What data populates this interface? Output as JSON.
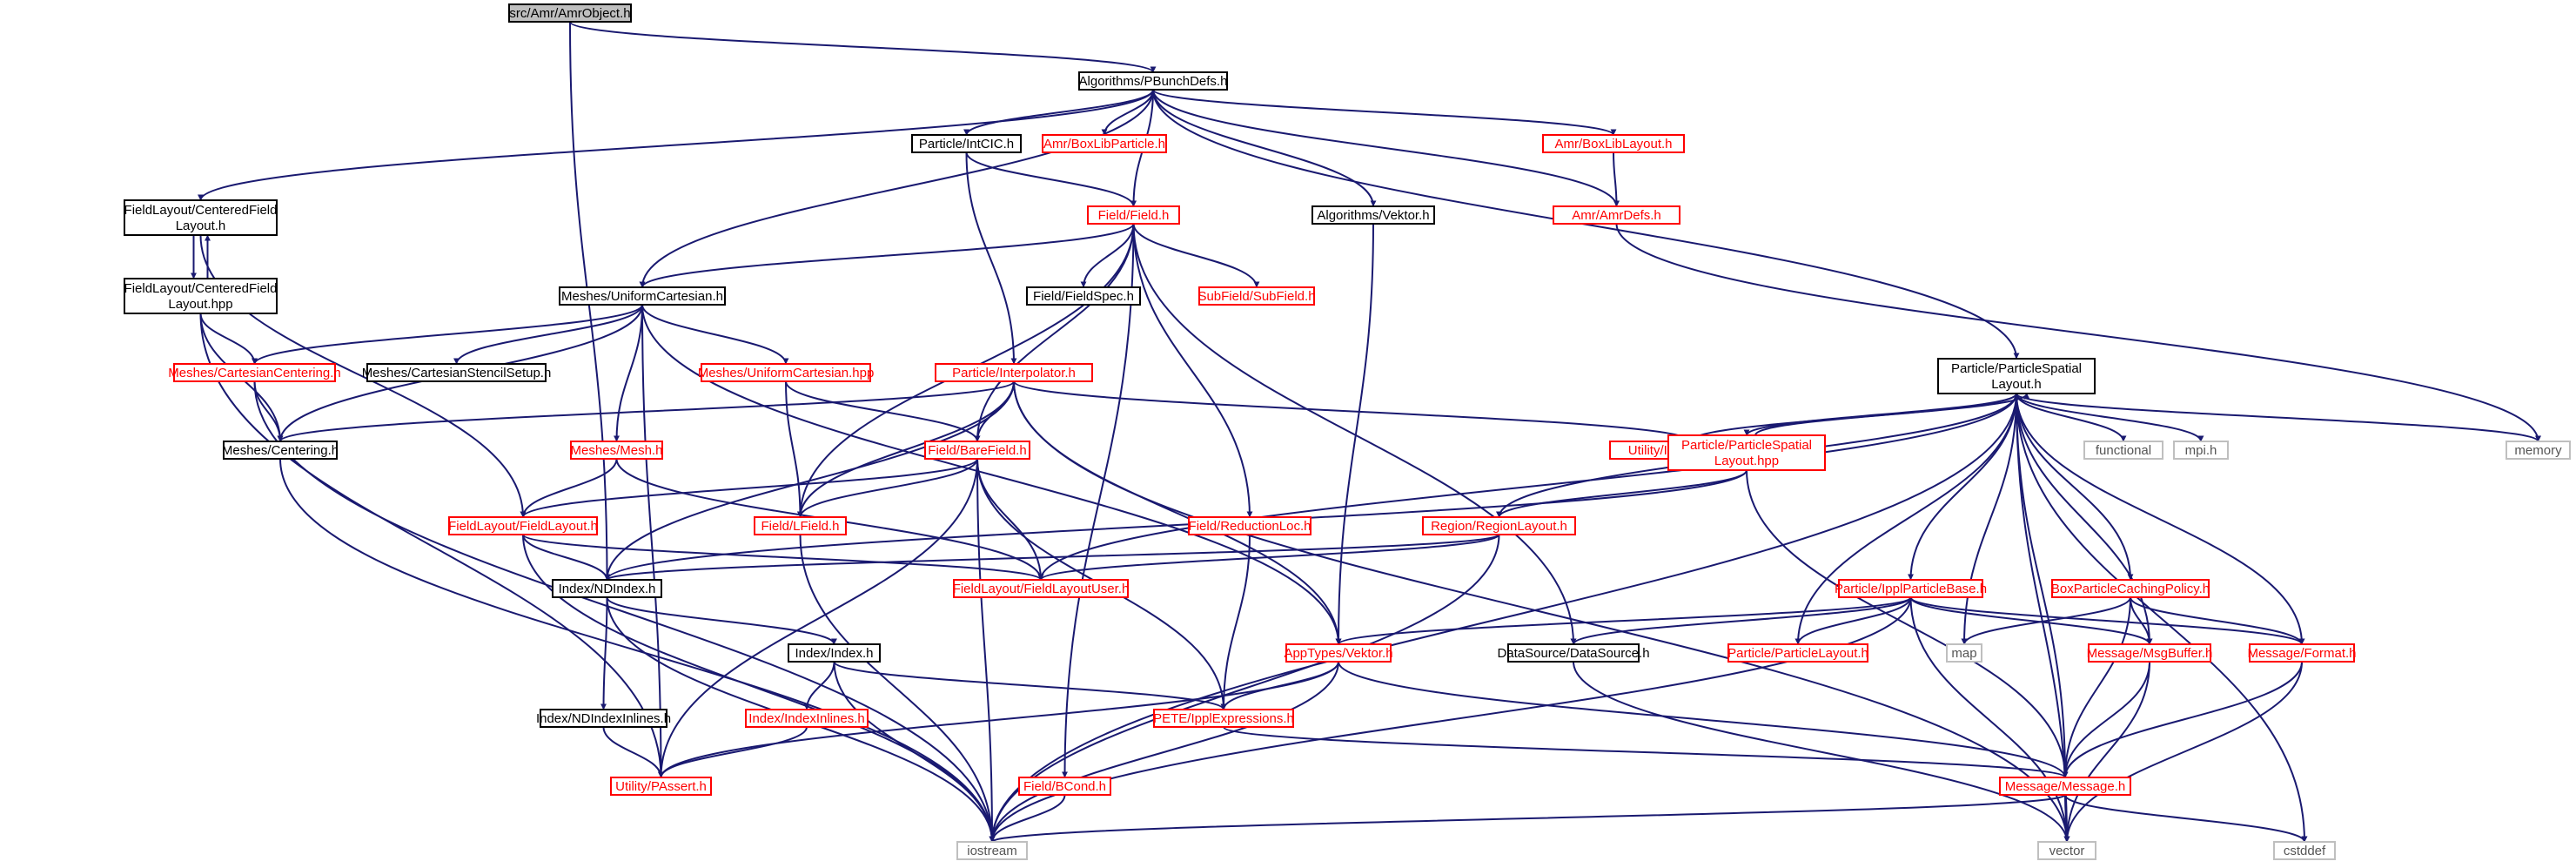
{
  "graph": {
    "root": "src/Amr/AmrObject.h",
    "nodes": [
      {
        "id": "root",
        "lines": [
          "src/Amr/AmrObject.h"
        ],
        "style": "root"
      },
      {
        "id": "pbunch",
        "lines": [
          "Algorithms/PBunchDefs.h"
        ],
        "style": "normal"
      },
      {
        "id": "cfl_h",
        "lines": [
          "FieldLayout/CenteredField",
          "Layout.h"
        ],
        "style": "normal"
      },
      {
        "id": "cfl_hpp",
        "lines": [
          "FieldLayout/CenteredField",
          "Layout.hpp"
        ],
        "style": "normal"
      },
      {
        "id": "intcic",
        "lines": [
          "Particle/IntCIC.h"
        ],
        "style": "normal"
      },
      {
        "id": "boxlibparticle",
        "lines": [
          "Amr/BoxLibParticle.h"
        ],
        "style": "red"
      },
      {
        "id": "boxliblayout",
        "lines": [
          "Amr/BoxLibLayout.h"
        ],
        "style": "red"
      },
      {
        "id": "amrdefs",
        "lines": [
          "Amr/AmrDefs.h"
        ],
        "style": "red"
      },
      {
        "id": "fieldh",
        "lines": [
          "Field/Field.h"
        ],
        "style": "red"
      },
      {
        "id": "vektor",
        "lines": [
          "Algorithms/Vektor.h"
        ],
        "style": "normal"
      },
      {
        "id": "fieldspec",
        "lines": [
          "Field/FieldSpec.h"
        ],
        "style": "normal"
      },
      {
        "id": "subfield",
        "lines": [
          "SubField/SubField.h"
        ],
        "style": "red"
      },
      {
        "id": "uniformcart",
        "lines": [
          "Meshes/UniformCartesian.h"
        ],
        "style": "normal"
      },
      {
        "id": "cartcentering",
        "lines": [
          "Meshes/CartesianCentering.h"
        ],
        "style": "red"
      },
      {
        "id": "stencil",
        "lines": [
          "Meshes/CartesianStencilSetup.h"
        ],
        "style": "normal"
      },
      {
        "id": "uniformcart_hpp",
        "lines": [
          "Meshes/UniformCartesian.hpp"
        ],
        "style": "red"
      },
      {
        "id": "interp",
        "lines": [
          "Particle/Interpolator.h"
        ],
        "style": "red"
      },
      {
        "id": "psl_h",
        "lines": [
          "Particle/ParticleSpatial",
          "Layout.h"
        ],
        "style": "normal"
      },
      {
        "id": "centering",
        "lines": [
          "Meshes/Centering.h"
        ],
        "style": "normal"
      },
      {
        "id": "meshh",
        "lines": [
          "Meshes/Mesh.h"
        ],
        "style": "red"
      },
      {
        "id": "barefield",
        "lines": [
          "Field/BareField.h"
        ],
        "style": "red"
      },
      {
        "id": "ipplexc",
        "lines": [
          "Utility/IpplException.h"
        ],
        "style": "red"
      },
      {
        "id": "psl_hpp",
        "lines": [
          "Particle/ParticleSpatial",
          "Layout.hpp"
        ],
        "style": "red"
      },
      {
        "id": "functional",
        "lines": [
          "functional"
        ],
        "style": "gray"
      },
      {
        "id": "mpih",
        "lines": [
          "mpi.h"
        ],
        "style": "gray"
      },
      {
        "id": "memory",
        "lines": [
          "memory"
        ],
        "style": "gray"
      },
      {
        "id": "fieldlayout",
        "lines": [
          "FieldLayout/FieldLayout.h"
        ],
        "style": "red"
      },
      {
        "id": "lfield",
        "lines": [
          "Field/LField.h"
        ],
        "style": "red"
      },
      {
        "id": "reduction",
        "lines": [
          "Field/ReductionLoc.h"
        ],
        "style": "red"
      },
      {
        "id": "regionlayout",
        "lines": [
          "Region/RegionLayout.h"
        ],
        "style": "red"
      },
      {
        "id": "ndindex",
        "lines": [
          "Index/NDIndex.h"
        ],
        "style": "normal"
      },
      {
        "id": "fluser",
        "lines": [
          "FieldLayout/FieldLayoutUser.h"
        ],
        "style": "red"
      },
      {
        "id": "ipplpb",
        "lines": [
          "Particle/IpplParticleBase.h"
        ],
        "style": "red"
      },
      {
        "id": "boxcaching",
        "lines": [
          "BoxParticleCachingPolicy.h"
        ],
        "style": "red"
      },
      {
        "id": "indexh",
        "lines": [
          "Index/Index.h"
        ],
        "style": "normal"
      },
      {
        "id": "appvektor",
        "lines": [
          "AppTypes/Vektor.h"
        ],
        "style": "red"
      },
      {
        "id": "datasource",
        "lines": [
          "DataSource/DataSource.h"
        ],
        "style": "normal"
      },
      {
        "id": "playout",
        "lines": [
          "Particle/ParticleLayout.h"
        ],
        "style": "red"
      },
      {
        "id": "map",
        "lines": [
          "map"
        ],
        "style": "gray"
      },
      {
        "id": "msgbuffer",
        "lines": [
          "Message/MsgBuffer.h"
        ],
        "style": "red"
      },
      {
        "id": "format",
        "lines": [
          "Message/Format.h"
        ],
        "style": "red"
      },
      {
        "id": "ndindexinl",
        "lines": [
          "Index/NDIndexInlines.h"
        ],
        "style": "normal"
      },
      {
        "id": "indexinl",
        "lines": [
          "Index/IndexInlines.h"
        ],
        "style": "red"
      },
      {
        "id": "pete",
        "lines": [
          "PETE/IpplExpressions.h"
        ],
        "style": "red"
      },
      {
        "id": "passert",
        "lines": [
          "Utility/PAssert.h"
        ],
        "style": "red"
      },
      {
        "id": "bcond",
        "lines": [
          "Field/BCond.h"
        ],
        "style": "red"
      },
      {
        "id": "message",
        "lines": [
          "Message/Message.h"
        ],
        "style": "red"
      },
      {
        "id": "iostream",
        "lines": [
          "iostream"
        ],
        "style": "gray"
      },
      {
        "id": "vector",
        "lines": [
          "vector"
        ],
        "style": "gray"
      },
      {
        "id": "cstddef",
        "lines": [
          "cstddef"
        ],
        "style": "gray"
      }
    ],
    "edges": [
      [
        "root",
        "pbunch"
      ],
      [
        "root",
        "ndindex"
      ],
      [
        "pbunch",
        "cfl_h"
      ],
      [
        "pbunch",
        "uniformcart"
      ],
      [
        "pbunch",
        "intcic"
      ],
      [
        "pbunch",
        "boxlibparticle"
      ],
      [
        "pbunch",
        "fieldh"
      ],
      [
        "pbunch",
        "vektor"
      ],
      [
        "pbunch",
        "psl_h"
      ],
      [
        "pbunch",
        "boxliblayout"
      ],
      [
        "pbunch",
        "amrdefs"
      ],
      [
        "cfl_h",
        "cfl_hpp"
      ],
      [
        "cfl_hpp",
        "cfl_h"
      ],
      [
        "cfl_h",
        "fieldlayout"
      ],
      [
        "cfl_hpp",
        "cartcentering"
      ],
      [
        "cfl_hpp",
        "centering"
      ],
      [
        "cfl_hpp",
        "passert"
      ],
      [
        "intcic",
        "fieldh"
      ],
      [
        "intcic",
        "interp"
      ],
      [
        "boxliblayout",
        "amrdefs"
      ],
      [
        "amrdefs",
        "memory"
      ],
      [
        "fieldh",
        "uniformcart"
      ],
      [
        "fieldh",
        "fieldspec"
      ],
      [
        "fieldh",
        "subfield"
      ],
      [
        "fieldh",
        "barefield"
      ],
      [
        "fieldh",
        "lfield"
      ],
      [
        "fieldh",
        "reduction"
      ],
      [
        "fieldh",
        "bcond"
      ],
      [
        "fieldh",
        "datasource"
      ],
      [
        "vektor",
        "appvektor"
      ],
      [
        "uniformcart",
        "cartcentering"
      ],
      [
        "uniformcart",
        "stencil"
      ],
      [
        "uniformcart",
        "uniformcart_hpp"
      ],
      [
        "uniformcart",
        "meshh"
      ],
      [
        "uniformcart",
        "centering"
      ],
      [
        "uniformcart",
        "passert"
      ],
      [
        "uniformcart",
        "appvektor"
      ],
      [
        "cartcentering",
        "centering"
      ],
      [
        "cartcentering",
        "iostream"
      ],
      [
        "uniformcart_hpp",
        "barefield"
      ],
      [
        "uniformcart_hpp",
        "lfield"
      ],
      [
        "interp",
        "centering"
      ],
      [
        "interp",
        "barefield"
      ],
      [
        "interp",
        "lfield"
      ],
      [
        "interp",
        "ndindex"
      ],
      [
        "interp",
        "ipplexc"
      ],
      [
        "interp",
        "appvektor"
      ],
      [
        "interp",
        "vector"
      ],
      [
        "psl_h",
        "psl_hpp"
      ],
      [
        "psl_hpp",
        "psl_h"
      ],
      [
        "psl_h",
        "ipplexc"
      ],
      [
        "psl_h",
        "regionlayout"
      ],
      [
        "psl_h",
        "fluser"
      ],
      [
        "psl_h",
        "iostream"
      ],
      [
        "psl_h",
        "playout"
      ],
      [
        "psl_h",
        "ipplpb"
      ],
      [
        "psl_h",
        "map"
      ],
      [
        "psl_h",
        "boxcaching"
      ],
      [
        "psl_h",
        "msgbuffer"
      ],
      [
        "psl_h",
        "format"
      ],
      [
        "psl_h",
        "message"
      ],
      [
        "psl_h",
        "functional"
      ],
      [
        "psl_h",
        "mpih"
      ],
      [
        "psl_h",
        "memory"
      ],
      [
        "psl_h",
        "vector"
      ],
      [
        "psl_h",
        "cstddef"
      ],
      [
        "psl_hpp",
        "ndindex"
      ],
      [
        "psl_hpp",
        "regionlayout"
      ],
      [
        "psl_hpp",
        "message"
      ],
      [
        "centering",
        "iostream"
      ],
      [
        "meshh",
        "fieldlayout"
      ],
      [
        "meshh",
        "fluser"
      ],
      [
        "barefield",
        "fieldlayout"
      ],
      [
        "barefield",
        "lfield"
      ],
      [
        "barefield",
        "fluser"
      ],
      [
        "barefield",
        "iostream"
      ],
      [
        "barefield",
        "pete"
      ],
      [
        "barefield",
        "passert"
      ],
      [
        "fieldlayout",
        "ndindex"
      ],
      [
        "fieldlayout",
        "fluser"
      ],
      [
        "fieldlayout",
        "iostream"
      ],
      [
        "lfield",
        "iostream"
      ],
      [
        "reduction",
        "pete"
      ],
      [
        "regionlayout",
        "ndindex"
      ],
      [
        "regionlayout",
        "fluser"
      ],
      [
        "regionlayout",
        "iostream"
      ],
      [
        "ndindex",
        "indexh"
      ],
      [
        "ndindex",
        "ndindexinl"
      ],
      [
        "ndindex",
        "iostream"
      ],
      [
        "ipplpb",
        "appvektor"
      ],
      [
        "ipplpb",
        "datasource"
      ],
      [
        "ipplpb",
        "playout"
      ],
      [
        "ipplpb",
        "msgbuffer"
      ],
      [
        "ipplpb",
        "format"
      ],
      [
        "ipplpb",
        "iostream"
      ],
      [
        "ipplpb",
        "vector"
      ],
      [
        "boxcaching",
        "map"
      ],
      [
        "boxcaching",
        "msgbuffer"
      ],
      [
        "boxcaching",
        "format"
      ],
      [
        "boxcaching",
        "message"
      ],
      [
        "indexh",
        "indexinl"
      ],
      [
        "indexh",
        "pete"
      ],
      [
        "indexh",
        "iostream"
      ],
      [
        "appvektor",
        "pete"
      ],
      [
        "appvektor",
        "passert"
      ],
      [
        "appvektor",
        "message"
      ],
      [
        "appvektor",
        "iostream"
      ],
      [
        "datasource",
        "vector"
      ],
      [
        "msgbuffer",
        "message"
      ],
      [
        "msgbuffer",
        "vector"
      ],
      [
        "format",
        "message"
      ],
      [
        "format",
        "vector"
      ],
      [
        "ndindexinl",
        "passert"
      ],
      [
        "indexinl",
        "passert"
      ],
      [
        "pete",
        "message"
      ],
      [
        "bcond",
        "iostream"
      ],
      [
        "message",
        "iostream"
      ],
      [
        "message",
        "vector"
      ],
      [
        "message",
        "cstddef"
      ]
    ]
  },
  "colors": {
    "edge": "#191970",
    "normal_border": "#000000",
    "normal_text": "#000000",
    "red_border": "#ff0000",
    "red_text": "#ff0000",
    "gray_border": "#bfbfbf",
    "gray_text": "#555555",
    "root_fill": "#bfbfbf"
  }
}
